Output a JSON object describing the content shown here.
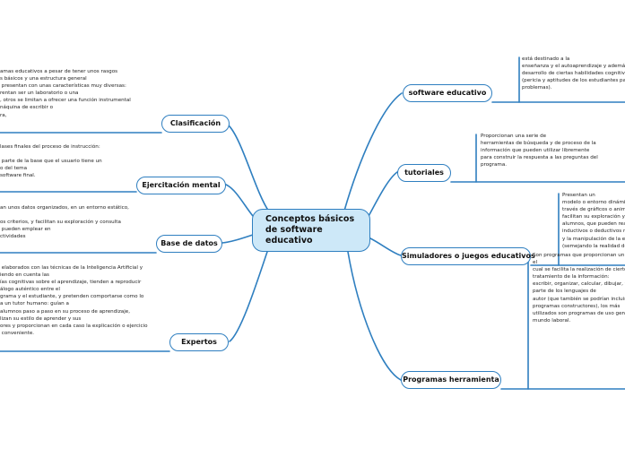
{
  "central": {
    "title_lines": [
      "Conceptos básicos",
      "de software",
      "educativo"
    ]
  },
  "left_topics": [
    {
      "label": "Clasificación",
      "note": "amas educativos a pesar de tener unos rasgos\ns básicos y una estructura general\n presentan con unas características muy diversas:\nrentan ser un laboratorio o una\n, otros se limitan a ofrecer una función instrumental\nnáquina de escribir o\nra,"
    },
    {
      "label": "Ejercitación mental",
      "note": "lases finales del proceso de instrucción:\n\n parte de la base que el usuario tiene un\no del tema\nsoftware final."
    },
    {
      "label": "Base de datos",
      "note": "an unos datos organizados, en un entorno estático,\n\nos criterios, y facilitan su exploración y consulta\n pueden emplear en\nctividades"
    },
    {
      "label": "Expertos",
      "note": " elaborados con las técnicas de la Inteligencia Artificial y\niendo en cuenta las\nías cognitivas sobre el aprendizaje, tienden a reproducir\nálogo auténtico entre el\ngrama y el estudiante, y pretenden comportarse como lo\na un tutor humano: guían a\nalumnos paso a paso en su proceso de aprendizaje,\nlizan su estilo de aprender y sus\nores y proporcionan en cada caso la explicación o ejercicio\n conveniente."
    }
  ],
  "right_topics": [
    {
      "label": "software educativo",
      "note": "está destinado a la\nenseñanza y el autoaprendizaje y además permite el\ndesarrollo de ciertas habilidades cognitivas\n(pericia y aptitudes de los estudiantes para resolver\nproblemas)."
    },
    {
      "label": "tutoriales",
      "note": "Proporcionan una serie de\nherramientas de búsqueda y de proceso de la\ninformación que pueden utilizar libremente\npara construir la respuesta a las preguntas del\nprograma."
    },
    {
      "label": "Simuladores o juegos educativos",
      "note": "Presentan un\nmodelo o entorno dinámico\ntravés de gráficos o animaciones\nfacilitan su exploración y\nalumnos, que pueden realizar\ninductivos o deductivos medi\ny la manipulación de la estructura\n(semejando la realidad de un"
    },
    {
      "label": "Programas herramienta",
      "note": "Son programas que proporcionan un entorno instrumental con\nel\ncual se facilita la realización de ciertos trabajos generales de\ntratamiento de la información:\nescribir, organizar, calcular, dibujar, transmitir, captar datos...\nparte de los lenguajes de\nautor (que también se podrían incluir en el grupo de los\nprogramas constructores), los más\nutilizados son programas de uso general que provienen del\nmundo laboral."
    }
  ],
  "colors": {
    "link": "#2f7fc0",
    "central_fill": "#cde8f8",
    "topic_border": "#2f7fc0"
  }
}
